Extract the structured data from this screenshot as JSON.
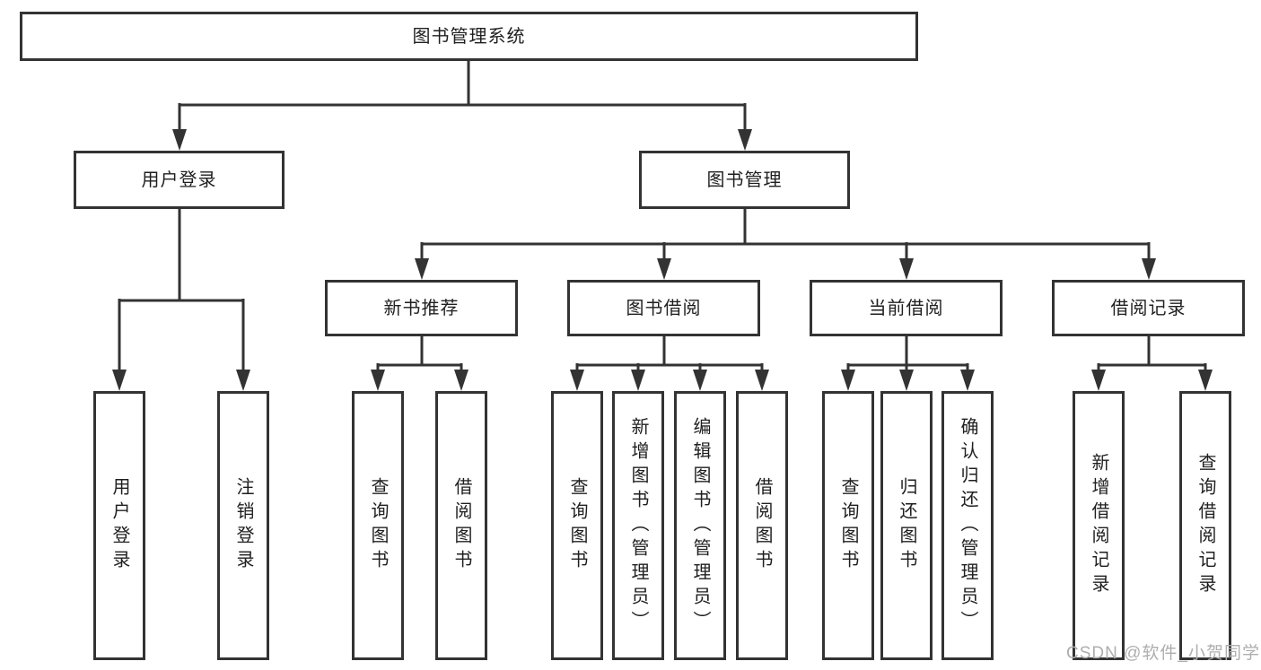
{
  "diagram": {
    "watermark": "CSDN @软件_小贺同学",
    "colors": {
      "line": "#333333",
      "box_border": "#333333",
      "box_fill": "#ffffff",
      "text": "#1f1f1f",
      "watermark": "#aeaeae",
      "background": "#ffffff"
    },
    "tree": {
      "label": "图书管理系统",
      "children": [
        {
          "label": "用户登录",
          "children": [
            {
              "label": "用户登录"
            },
            {
              "label": "注销登录"
            }
          ]
        },
        {
          "label": "图书管理",
          "children": [
            {
              "label": "新书推荐",
              "children": [
                {
                  "label": "查询图书"
                },
                {
                  "label": "借阅图书"
                }
              ]
            },
            {
              "label": "图书借阅",
              "children": [
                {
                  "label": "查询图书"
                },
                {
                  "label": "新增图书（管理员）"
                },
                {
                  "label": "编辑图书（管理员）"
                },
                {
                  "label": "借阅图书"
                }
              ]
            },
            {
              "label": "当前借阅",
              "children": [
                {
                  "label": "查询图书"
                },
                {
                  "label": "归还图书"
                },
                {
                  "label": "确认归还（管理员）"
                }
              ]
            },
            {
              "label": "借阅记录",
              "children": [
                {
                  "label": "新增借阅记录"
                },
                {
                  "label": "查询借阅记录"
                }
              ]
            }
          ]
        }
      ]
    }
  }
}
